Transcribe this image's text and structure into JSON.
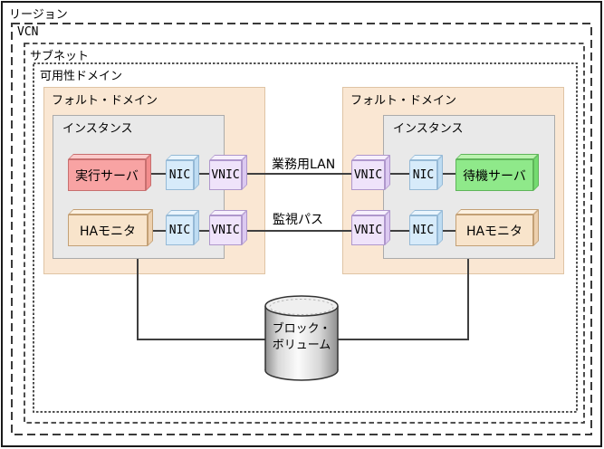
{
  "containers": {
    "region": "リージョン",
    "vcn": "VCN",
    "subnet": "サブネット",
    "availability_domain": "可用性ドメイン",
    "fault_domain_left": "フォルト・ドメイン",
    "fault_domain_right": "フォルト・ドメイン",
    "instance_left": "インスタンス",
    "instance_right": "インスタンス"
  },
  "nodes": {
    "exec_server": "実行サーバ",
    "standby_server": "待機サーバ",
    "ha_monitor_left": "HAモニタ",
    "ha_monitor_right": "HAモニタ",
    "nic_left_1": "NIC",
    "nic_left_2": "NIC",
    "nic_right_1": "NIC",
    "nic_right_2": "NIC",
    "vnic_left_1": "VNIC",
    "vnic_left_2": "VNIC",
    "vnic_right_1": "VNIC",
    "vnic_right_2": "VNIC"
  },
  "connections": {
    "business_lan": "業務用LAN",
    "monitoring_path": "監視パス"
  },
  "storage": {
    "block_volume_line1": "ブロック・",
    "block_volume_line2": "ボリューム"
  },
  "colors": {
    "exec_server_face": "#f8a3a3",
    "standby_server_face": "#8fe98a",
    "nic_face": "#d7ebfa",
    "vnic_face": "#efe3fa",
    "ha_monitor_face": "#f8e4cb",
    "fault_domain_bg": "#fae7d3",
    "instance_bg": "#e9e9e9",
    "line": "#3f3f3f",
    "dash_border": "#3a3a3a"
  }
}
